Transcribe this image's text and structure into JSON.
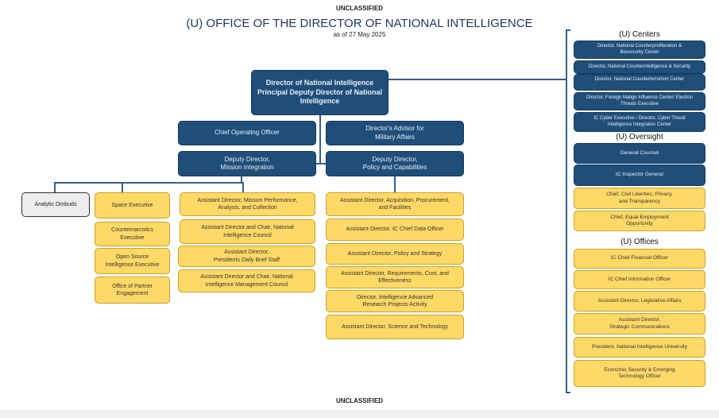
{
  "classification_top": "UNCLASSIFIED",
  "classification_bottom": "UNCLASSIFIED",
  "title": "(U) OFFICE OF THE DIRECTOR OF NATIONAL INTELLIGENCE",
  "subtitle": "as of 27 May 2025",
  "dni": "Director of National Intelligence\nPrincipal Deputy Director of National Intelligence",
  "coo": "Chief Operating Officer",
  "advisor": "Director's Advisor for\nMilitary Affairs",
  "dd_mission": "Deputy Director,\nMission Integration",
  "dd_policy": "Deputy Director,\nPolicy and Capabilities",
  "ombuds": "Analytic Ombuds",
  "mission_exec": [
    "Space Executive",
    "Counternarcotics\nExecutive",
    "Open Source\nIntelligence Executive",
    "Office of Partner\nEngagement"
  ],
  "mission_ad": [
    "Assistant Director, Mission Performance,\nAnalysis, and Collection",
    "Assistant Director and Chair, National\nIntelligence Council",
    "Assistant Director,\nPresidents Daily Brief Staff",
    "Assistant Director and Chair, National\nIntelligence Management Council"
  ],
  "policy": [
    "Assistant Director, Acquisition, Procurement,\nand Facilities",
    "Assistant Director, IC Chief Data Officer",
    "Assistant Director, Policy and Strategy",
    "Assistant Director, Requirements, Cost, and\nEffectiveness",
    "Director, Intelligence Advanced\nResearch Projects Activity",
    "Assistant Director, Science and Technology"
  ],
  "centers_header": "(U) Centers",
  "centers": [
    "Director, National Counterproliferation &\nBiosecurity Center",
    "Director, National Counterintelligence & Security",
    "Director, National Counterterrorism Center",
    "Director, Foreign Malign Influence Center/ Election\nThreats Executive",
    "IC Cyber Executive / Director, Cyber Threat\nIntelligence Integration Center"
  ],
  "oversight_header": "(U) Oversight",
  "oversight": [
    "General Counsel",
    "IC Inspector General",
    "Chief, Civil Liberties, Privacy,\nand Transparency",
    "Chief, Equal Employment\nOpportunity"
  ],
  "offices_header": "(U) Offices",
  "offices": [
    "IC Chief Financial Officer",
    "IC Chief Information Officer",
    "Assistant Director, Legislative Affairs",
    "Assistant Director,\nStrategic Communications",
    "President, National Intelligence University",
    "Economic Security & Emerging\nTechnology Officer"
  ]
}
